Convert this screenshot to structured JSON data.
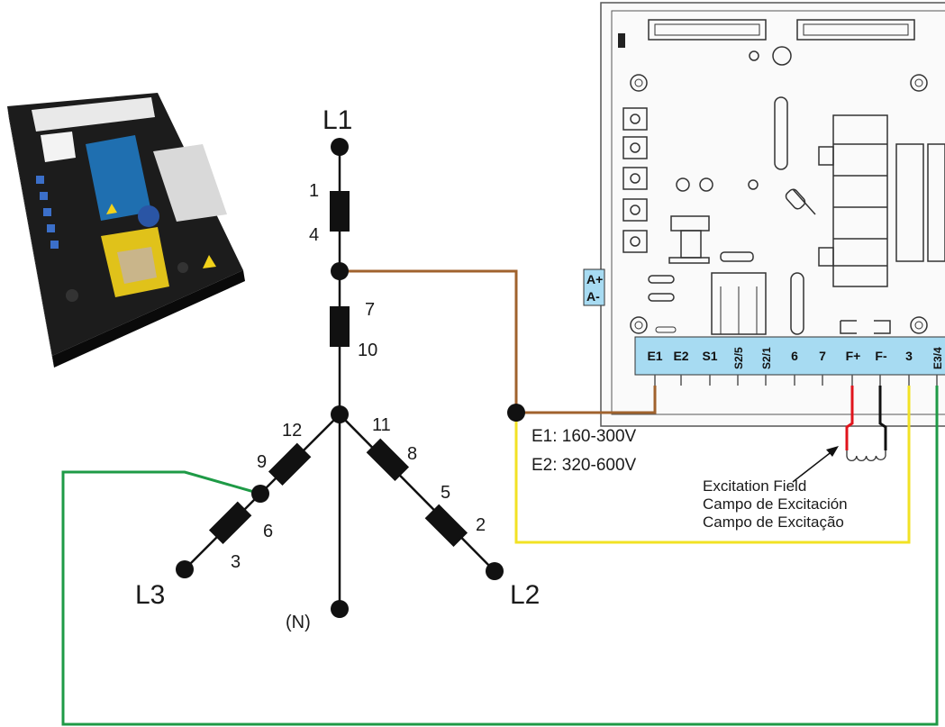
{
  "diagram": {
    "phases": {
      "l1": "L1",
      "l2": "L2",
      "l3": "L3",
      "neutral": "(N)"
    },
    "windings": {
      "w1_top": "1",
      "w1_bottom": "4",
      "w2_top": "7",
      "w2_bottom": "10",
      "w3_top": "11",
      "w3_mid": "8",
      "w3_lower": "5",
      "w3_end": "2",
      "w4_top": "12",
      "w4_mid": "9",
      "w4_lower": "6",
      "w4_end": "3"
    },
    "sensing": {
      "e1": "E1: 160-300V",
      "e2": "E2: 320-600V"
    },
    "excitation_note": [
      "Excitation Field",
      "Campo de Excitación",
      "Campo de Excitação"
    ],
    "terminals": [
      "E1",
      "E2",
      "S1",
      "S2/5",
      "S2/1",
      "6",
      "7",
      "F+",
      "F-",
      "3",
      "E3/4"
    ],
    "side_terminals": [
      "A+",
      "A-"
    ],
    "colors": {
      "brown_wire": "#a0622d",
      "green_wire": "#1e9a46",
      "yellow_wire": "#f2e224",
      "red_wire": "#e0141c",
      "black_wire": "#111111",
      "terminal_strip": "#a7dbf2",
      "board_border": "#555555"
    }
  }
}
